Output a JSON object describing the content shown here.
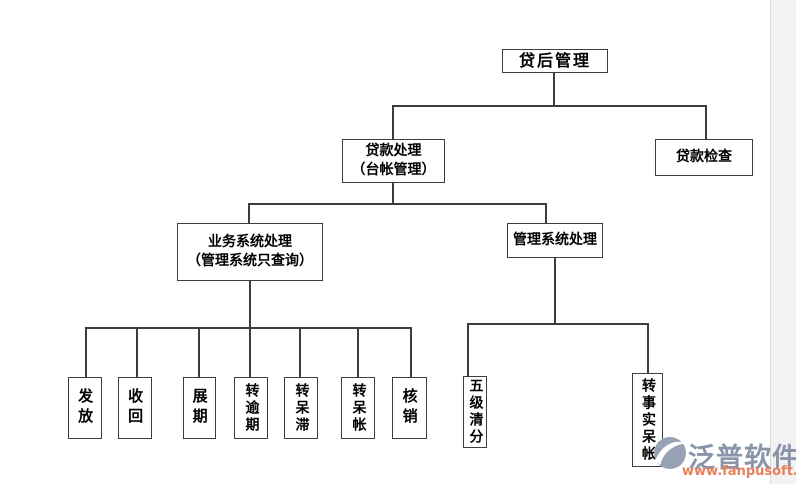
{
  "diagram": {
    "root": {
      "label": "贷后管理"
    },
    "level2": {
      "loan_processing": {
        "line1": "贷款处理",
        "line2": "（台帐管理）"
      },
      "loan_check": {
        "label": "贷款检查"
      }
    },
    "level3": {
      "business_system": {
        "line1": "业务系统处理",
        "line2": "（管理系统只查询）"
      },
      "management_system": {
        "label": "管理系统处理"
      }
    },
    "business_leaves": [
      {
        "label": "发放"
      },
      {
        "label": "收回"
      },
      {
        "label": "展期"
      },
      {
        "label": "转逾期"
      },
      {
        "label": "转呆滞"
      },
      {
        "label": "转呆帐"
      },
      {
        "label": "核销"
      }
    ],
    "management_leaves": [
      {
        "label": "五级清分"
      },
      {
        "label": "转事实呆帐"
      }
    ],
    "line_color": "#3d3d3d"
  },
  "watermark": {
    "brand": "泛普软件",
    "url": "www.fanpusoft.com",
    "brand_color": "#8a95a9",
    "url_color": "#e8805c",
    "logo_dark": "#7d8aa3",
    "logo_light": "#97a2b4"
  }
}
